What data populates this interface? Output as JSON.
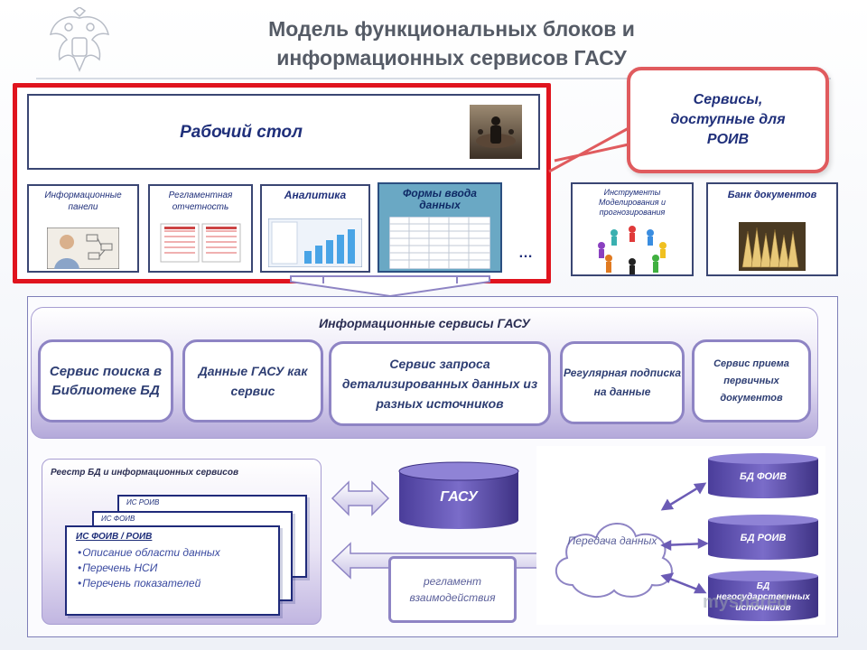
{
  "title": {
    "line1": "Модель функциональных блоков и",
    "line2": "информационных сервисов ГАСУ"
  },
  "top_panel": {
    "desk_label": "Рабочий стол",
    "tiles": [
      {
        "label": "Информационные панели"
      },
      {
        "label": "Регламентная отчетность"
      },
      {
        "label": "Аналитика"
      },
      {
        "label": "Формы ввода данных"
      }
    ],
    "ellipsis": "…"
  },
  "callout": {
    "text": "Сервисы, доступные для РОИВ"
  },
  "right_tiles": [
    {
      "label": "Инструменты Моделирования и прогнозирования"
    },
    {
      "label": "Банк документов"
    }
  ],
  "services": {
    "title": "Информационные сервисы ГАСУ",
    "items": [
      {
        "label": "Сервис поиска в Библиотеке БД"
      },
      {
        "label": "Данные ГАСУ как сервис"
      },
      {
        "label": "Сервис запроса детализированных данных из разных источников"
      },
      {
        "label": "Регулярная подписка на данные"
      },
      {
        "label": "Сервис приема первичных документов"
      }
    ]
  },
  "registry": {
    "title": "Реестр  БД и информационных сервисов",
    "card_back_tag": "ИС РОИВ",
    "card_mid_tag": "ИС ФОИВ",
    "card_front_title": "ИС ФОИВ / РОИВ",
    "card_front_items": [
      "Описание области данных",
      "Перечень НСИ",
      "Перечень показателей"
    ]
  },
  "gasu": {
    "label": "ГАСУ"
  },
  "regulation": {
    "label": "регламент взаимодействия"
  },
  "cloud": {
    "label": "Передача данных"
  },
  "databases": [
    {
      "label": "БД ФОИВ"
    },
    {
      "label": "БД РОИВ"
    },
    {
      "label": "БД негосударственных источников"
    }
  ],
  "watermark": "myshared",
  "colors": {
    "frame_red": "#e0141e",
    "accent_purple": "#6b5bb5",
    "text_blue": "#1f2f7a"
  }
}
